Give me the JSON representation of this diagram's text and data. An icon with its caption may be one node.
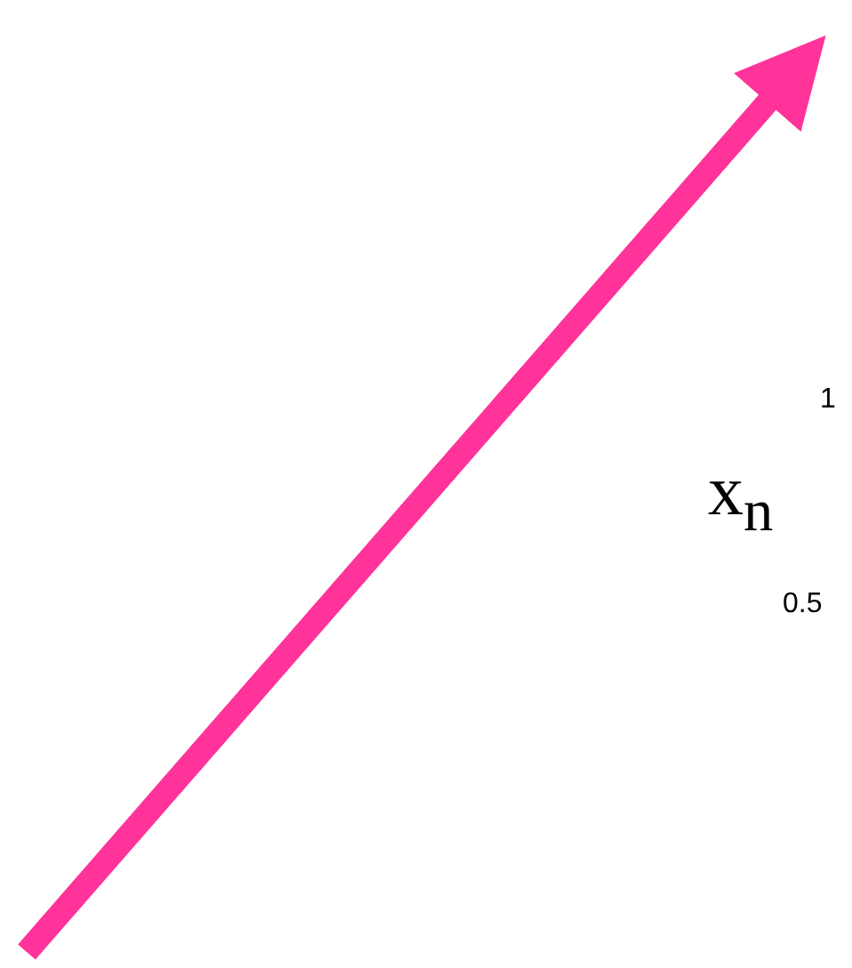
{
  "diagram": {
    "labels": [
      "1",
      "x$_{n}$",
      "0.5"
    ]
  }
}
